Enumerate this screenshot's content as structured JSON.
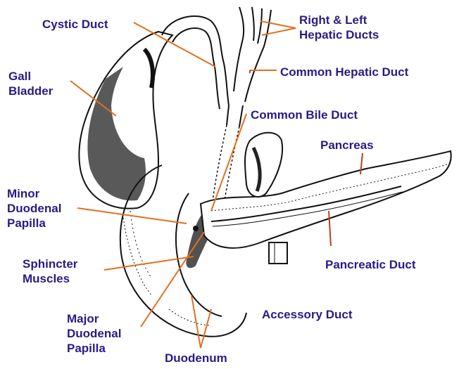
{
  "labels": {
    "cystic_duct": "Cystic Duct",
    "hepatic_ducts": "Right & Left\nHepatic Ducts",
    "gall_bladder": "Gall\nBladder",
    "common_hepatic_duct": "Common Hepatic Duct",
    "common_bile_duct": "Common Bile Duct",
    "pancreas": "Pancreas",
    "minor_papilla": "Minor\nDuodenal\nPapilla",
    "sphincter_muscles": "Sphincter\nMuscles",
    "pancreatic_duct": "Pancreatic Duct",
    "accessory_duct": "Accessory Duct",
    "major_papilla": "Major\nDuodenal\nPapilla",
    "duodenum": "Duodenum"
  },
  "colors": {
    "label_text": "#2b1a86",
    "leader_line": "#e0701e",
    "leader_line_dark": "#b5431e",
    "ink": "#111111"
  }
}
